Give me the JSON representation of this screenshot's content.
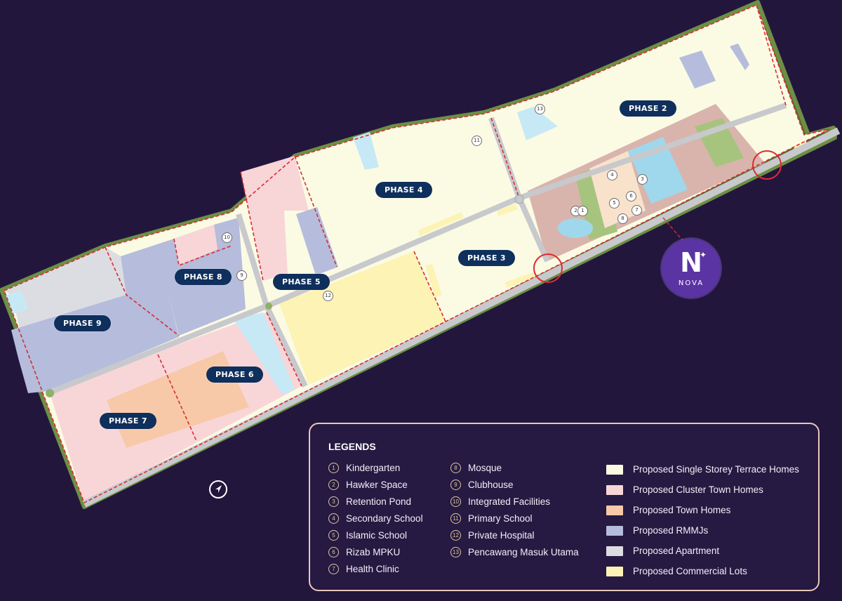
{
  "colors": {
    "background": "#22163d",
    "single_storey": "#fbfbe4",
    "cluster": "#f8d6d8",
    "town_homes": "#f8c9a8",
    "rmmj": "#b6bcdb",
    "apartment": "#dcdde2",
    "commercial": "#fcf3b4",
    "road": "#c8c9cc",
    "boundary": "#d62d35",
    "water": "#c7e9f6",
    "green": "#a7c47f",
    "tree_edge": "#5a7a3a"
  },
  "phases": [
    {
      "id": "phase-2",
      "label": "PHASE 2"
    },
    {
      "id": "phase-3",
      "label": "PHASE 3"
    },
    {
      "id": "phase-4",
      "label": "PHASE 4"
    },
    {
      "id": "phase-5",
      "label": "PHASE 5"
    },
    {
      "id": "phase-6",
      "label": "PHASE 6"
    },
    {
      "id": "phase-7",
      "label": "PHASE 7"
    },
    {
      "id": "phase-8",
      "label": "PHASE 8"
    },
    {
      "id": "phase-9",
      "label": "PHASE 9"
    }
  ],
  "map_markers": [
    "1",
    "2",
    "3",
    "4",
    "5",
    "6",
    "7",
    "8",
    "9",
    "10",
    "11",
    "12",
    "13"
  ],
  "nova": {
    "letter": "N",
    "star": "✦",
    "word": "NOVA"
  },
  "compass_icon": "north-arrow-icon",
  "legend": {
    "title": "LEGENDS",
    "facilities": [
      {
        "num": "1",
        "label": "Kindergarten"
      },
      {
        "num": "2",
        "label": "Hawker Space"
      },
      {
        "num": "3",
        "label": "Retention Pond"
      },
      {
        "num": "4",
        "label": "Secondary School"
      },
      {
        "num": "5",
        "label": "Islamic School"
      },
      {
        "num": "6",
        "label": "Rizab MPKU"
      },
      {
        "num": "7",
        "label": "Health Clinic"
      },
      {
        "num": "8",
        "label": "Mosque"
      },
      {
        "num": "9",
        "label": "Clubhouse"
      },
      {
        "num": "10",
        "label": "Integrated Facilities"
      },
      {
        "num": "11",
        "label": "Primary School"
      },
      {
        "num": "12",
        "label": "Private Hospital"
      },
      {
        "num": "13",
        "label": "Pencawang Masuk Utama"
      }
    ],
    "zones": [
      {
        "label": "Proposed Single Storey Terrace Homes",
        "color": "#fbfbe4"
      },
      {
        "label": "Proposed Cluster Town Homes",
        "color": "#f8d6d8"
      },
      {
        "label": "Proposed Town Homes",
        "color": "#f8c9a8"
      },
      {
        "label": "Proposed RMMJs",
        "color": "#b6bcdb"
      },
      {
        "label": "Proposed Apartment",
        "color": "#dcdde2"
      },
      {
        "label": "Proposed Commercial Lots",
        "color": "#fcf3b4"
      }
    ]
  }
}
